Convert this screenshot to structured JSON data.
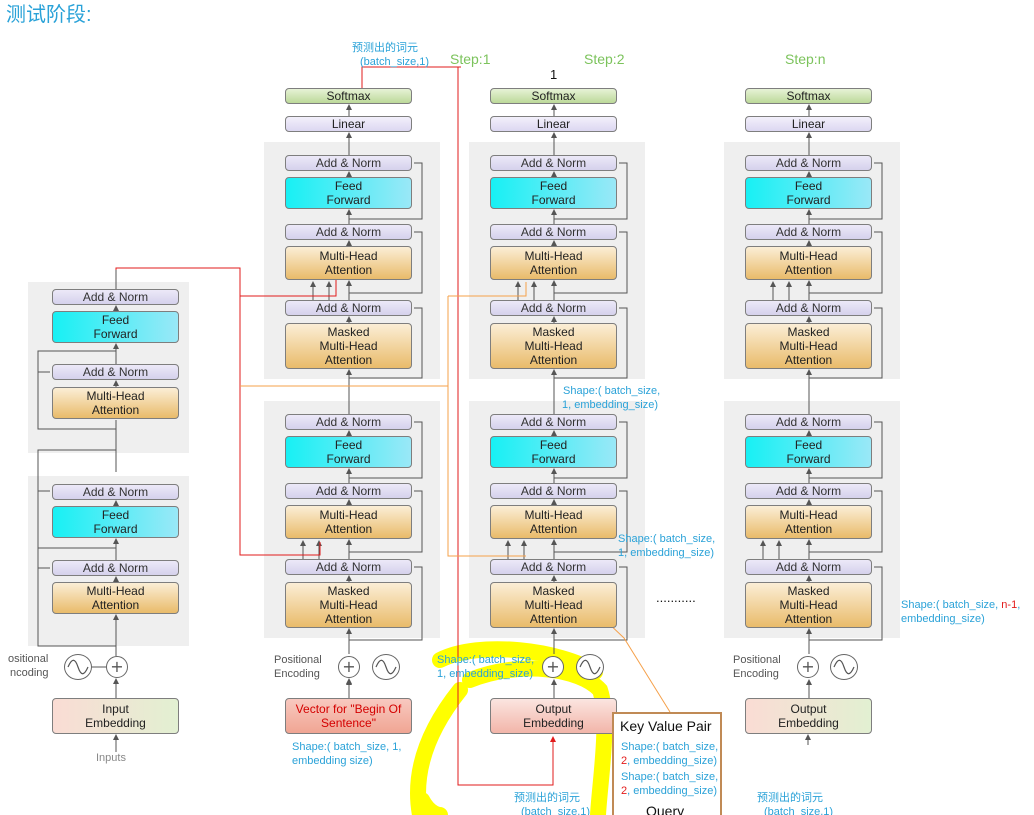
{
  "page_title": "测试阶段:",
  "steps": {
    "step1": "Step:1",
    "step2": "Step:2",
    "stepn": "Step:n",
    "step2_marker": "1"
  },
  "predicted_top": {
    "line1": "预测出的词元",
    "line2": "(batch_size,1)"
  },
  "predicted_bottom_mid": {
    "line1": "预测出的词元",
    "line2": "(batch_size,1)"
  },
  "predicted_bottom_right": {
    "line1": "预测出的词元",
    "line2": "(batch_size,1)"
  },
  "labels": {
    "softmax": "Softmax",
    "linear": "Linear",
    "add_norm": "Add & Norm",
    "feed": "Feed",
    "forward": "Forward",
    "multi_head": "Multi-Head",
    "attention": "Attention",
    "masked": "Masked",
    "positional": "Positional",
    "encoding": "Encoding",
    "positional_cut": "ositional",
    "encoding_cut": "ncoding",
    "input": "Input",
    "embedding": "Embedding",
    "output": "Output",
    "inputs": "Inputs",
    "plus": "+",
    "dots": "..........."
  },
  "bos": {
    "line1": "Vector for \"Begin Of",
    "line2": "Sentence\""
  },
  "shapes": {
    "bos_l1": "Shape:( batch_size, 1,",
    "bos_l2": "embedding size)",
    "dec_l1": "Shape:( batch_size,",
    "dec_l2": "1, embedding_size)",
    "mid_l1": "Shape:( batch_size,",
    "mid_l2": "1, embedding_size)",
    "pos_l1": "Shape:( batch_size,",
    "pos_l2": "1, embedding_size)",
    "n_l1a": "Shape:( batch_size, ",
    "n_l1b": "n-1",
    "n_l1c": ",",
    "n_l2": "embedding_size)"
  },
  "kv": {
    "title": "Key Value Pair",
    "s1a": "Shape:( batch_size,",
    "s1b": "2",
    "s1c": ", embedding_size)",
    "s2a": "Shape:( batch_size,",
    "s2b": "2",
    "s2c": ", embedding_size)",
    "query": "Query"
  },
  "colors": {
    "blue_text": "#2aa2d8",
    "green_text": "#7cc35c",
    "red_line": "#e21b1b",
    "orange_line": "#f5a04a",
    "highlight": "#ffff00",
    "panel": "#efefef"
  }
}
